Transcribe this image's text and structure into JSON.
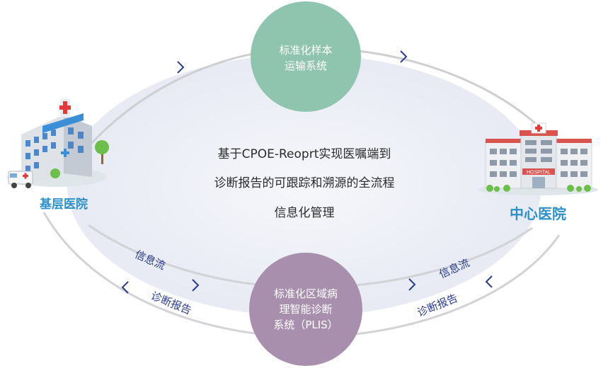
{
  "center_text": {
    "line1": "基于CPOE-Reoprt实现医嘱端到",
    "line2": "诊断报告的可跟踪和溯源的全流程",
    "line3": "信息化管理"
  },
  "top_node": {
    "line1": "标准化样本",
    "line2": "运输系统",
    "color": "#8fc4ae"
  },
  "bottom_node": {
    "line1": "标准化区域病",
    "line2": "理智能诊断",
    "line3": "系统（PLIS）",
    "color": "#a98fae"
  },
  "left_site": {
    "label": "基层医院"
  },
  "right_site": {
    "label": "中心医院",
    "sign": "HOSPITAL"
  },
  "flows": {
    "left_info": "信息流",
    "left_report": "诊断报告",
    "right_info": "信息流",
    "right_report": "诊断报告"
  },
  "colors": {
    "accent": "#2e8fc9",
    "arrow": "#2a3d8f",
    "ellipse_fill": "#eef1f8",
    "track": "#cfcfd3"
  }
}
